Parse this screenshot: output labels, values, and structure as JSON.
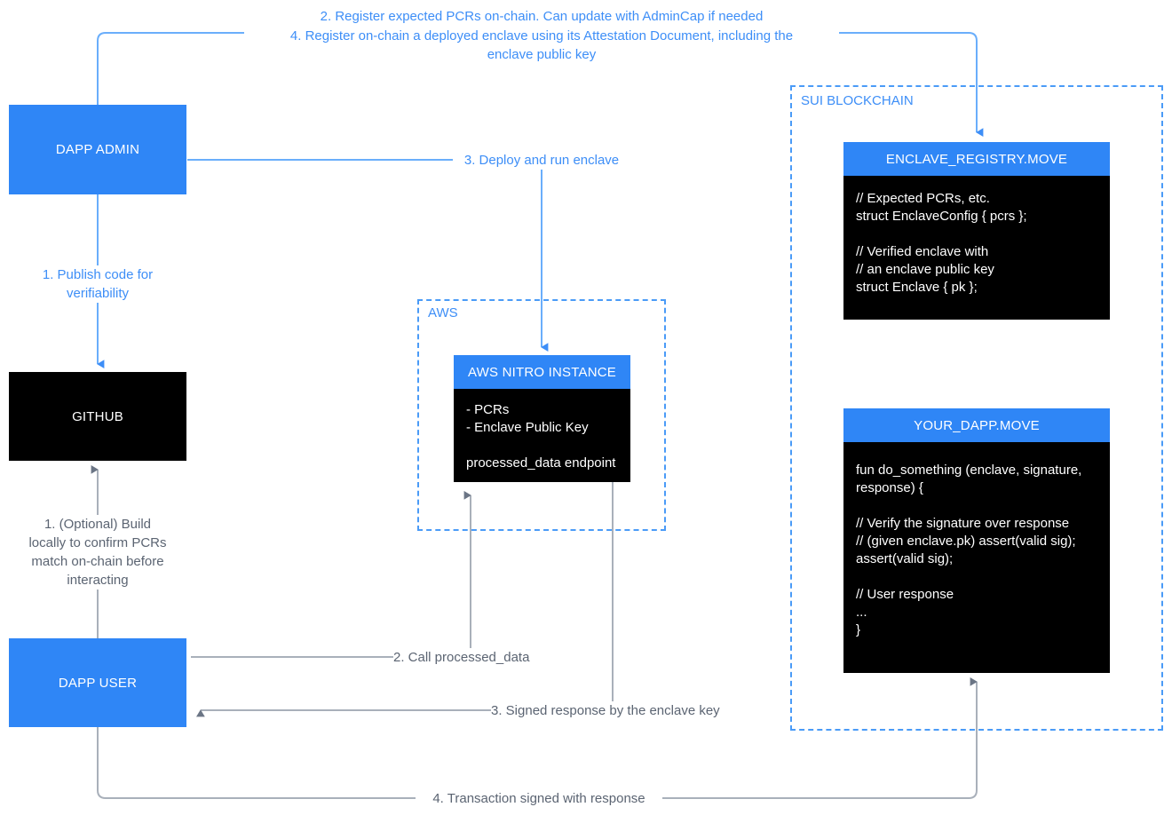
{
  "diagram": {
    "title": "Sui Nitro Enclave attestation architecture",
    "colors": {
      "accent_blue": "#2f86f6",
      "line_blue": "#6aaefb",
      "line_gray": "#a9b0ba",
      "text_gray": "#5b6472",
      "black": "#000000"
    }
  },
  "nodes": {
    "dapp_admin": {
      "label": "DAPP ADMIN"
    },
    "github": {
      "label": "GITHUB"
    },
    "dapp_user": {
      "label": "DAPP USER"
    },
    "aws_nitro": {
      "title": "AWS NITRO INSTANCE",
      "body": "- PCRs\n- Enclave Public Key\n\nprocessed_data endpoint"
    },
    "enclave_registry": {
      "title": "ENCLAVE_REGISTRY.MOVE",
      "body": "// Expected PCRs, etc.\nstruct EnclaveConfig { pcrs };\n\n// Verified enclave with\n// an enclave public key\nstruct Enclave { pk };"
    },
    "your_dapp": {
      "title": "YOUR_DAPP.MOVE",
      "body": "fun do_something (enclave, signature,\nresponse) {\n\n// Verify the signature over response\n// (given enclave.pk) assert(valid sig);\nassert(valid sig);\n\n// User response\n...\n}"
    }
  },
  "groups": {
    "aws": {
      "label": "AWS"
    },
    "sui": {
      "label": "SUI BLOCKCHAIN"
    }
  },
  "edges": {
    "register_pcrs": "2. Register expected PCRs on-chain. Can update with AdminCap if needed",
    "register_enclave": "4. Register on-chain a deployed enclave using its Attestation Document, including the\nenclave public key",
    "publish_code": "1. Publish code for\nverifiability",
    "deploy_enclave": "3. Deploy and run enclave",
    "build_locally": "1. (Optional) Build\nlocally to confirm PCRs\nmatch on-chain before\ninteracting",
    "call_processed_data": "2. Call processed_data",
    "signed_response": "3. Signed response by the enclave key",
    "transaction_signed": "4. Transaction signed with response"
  }
}
